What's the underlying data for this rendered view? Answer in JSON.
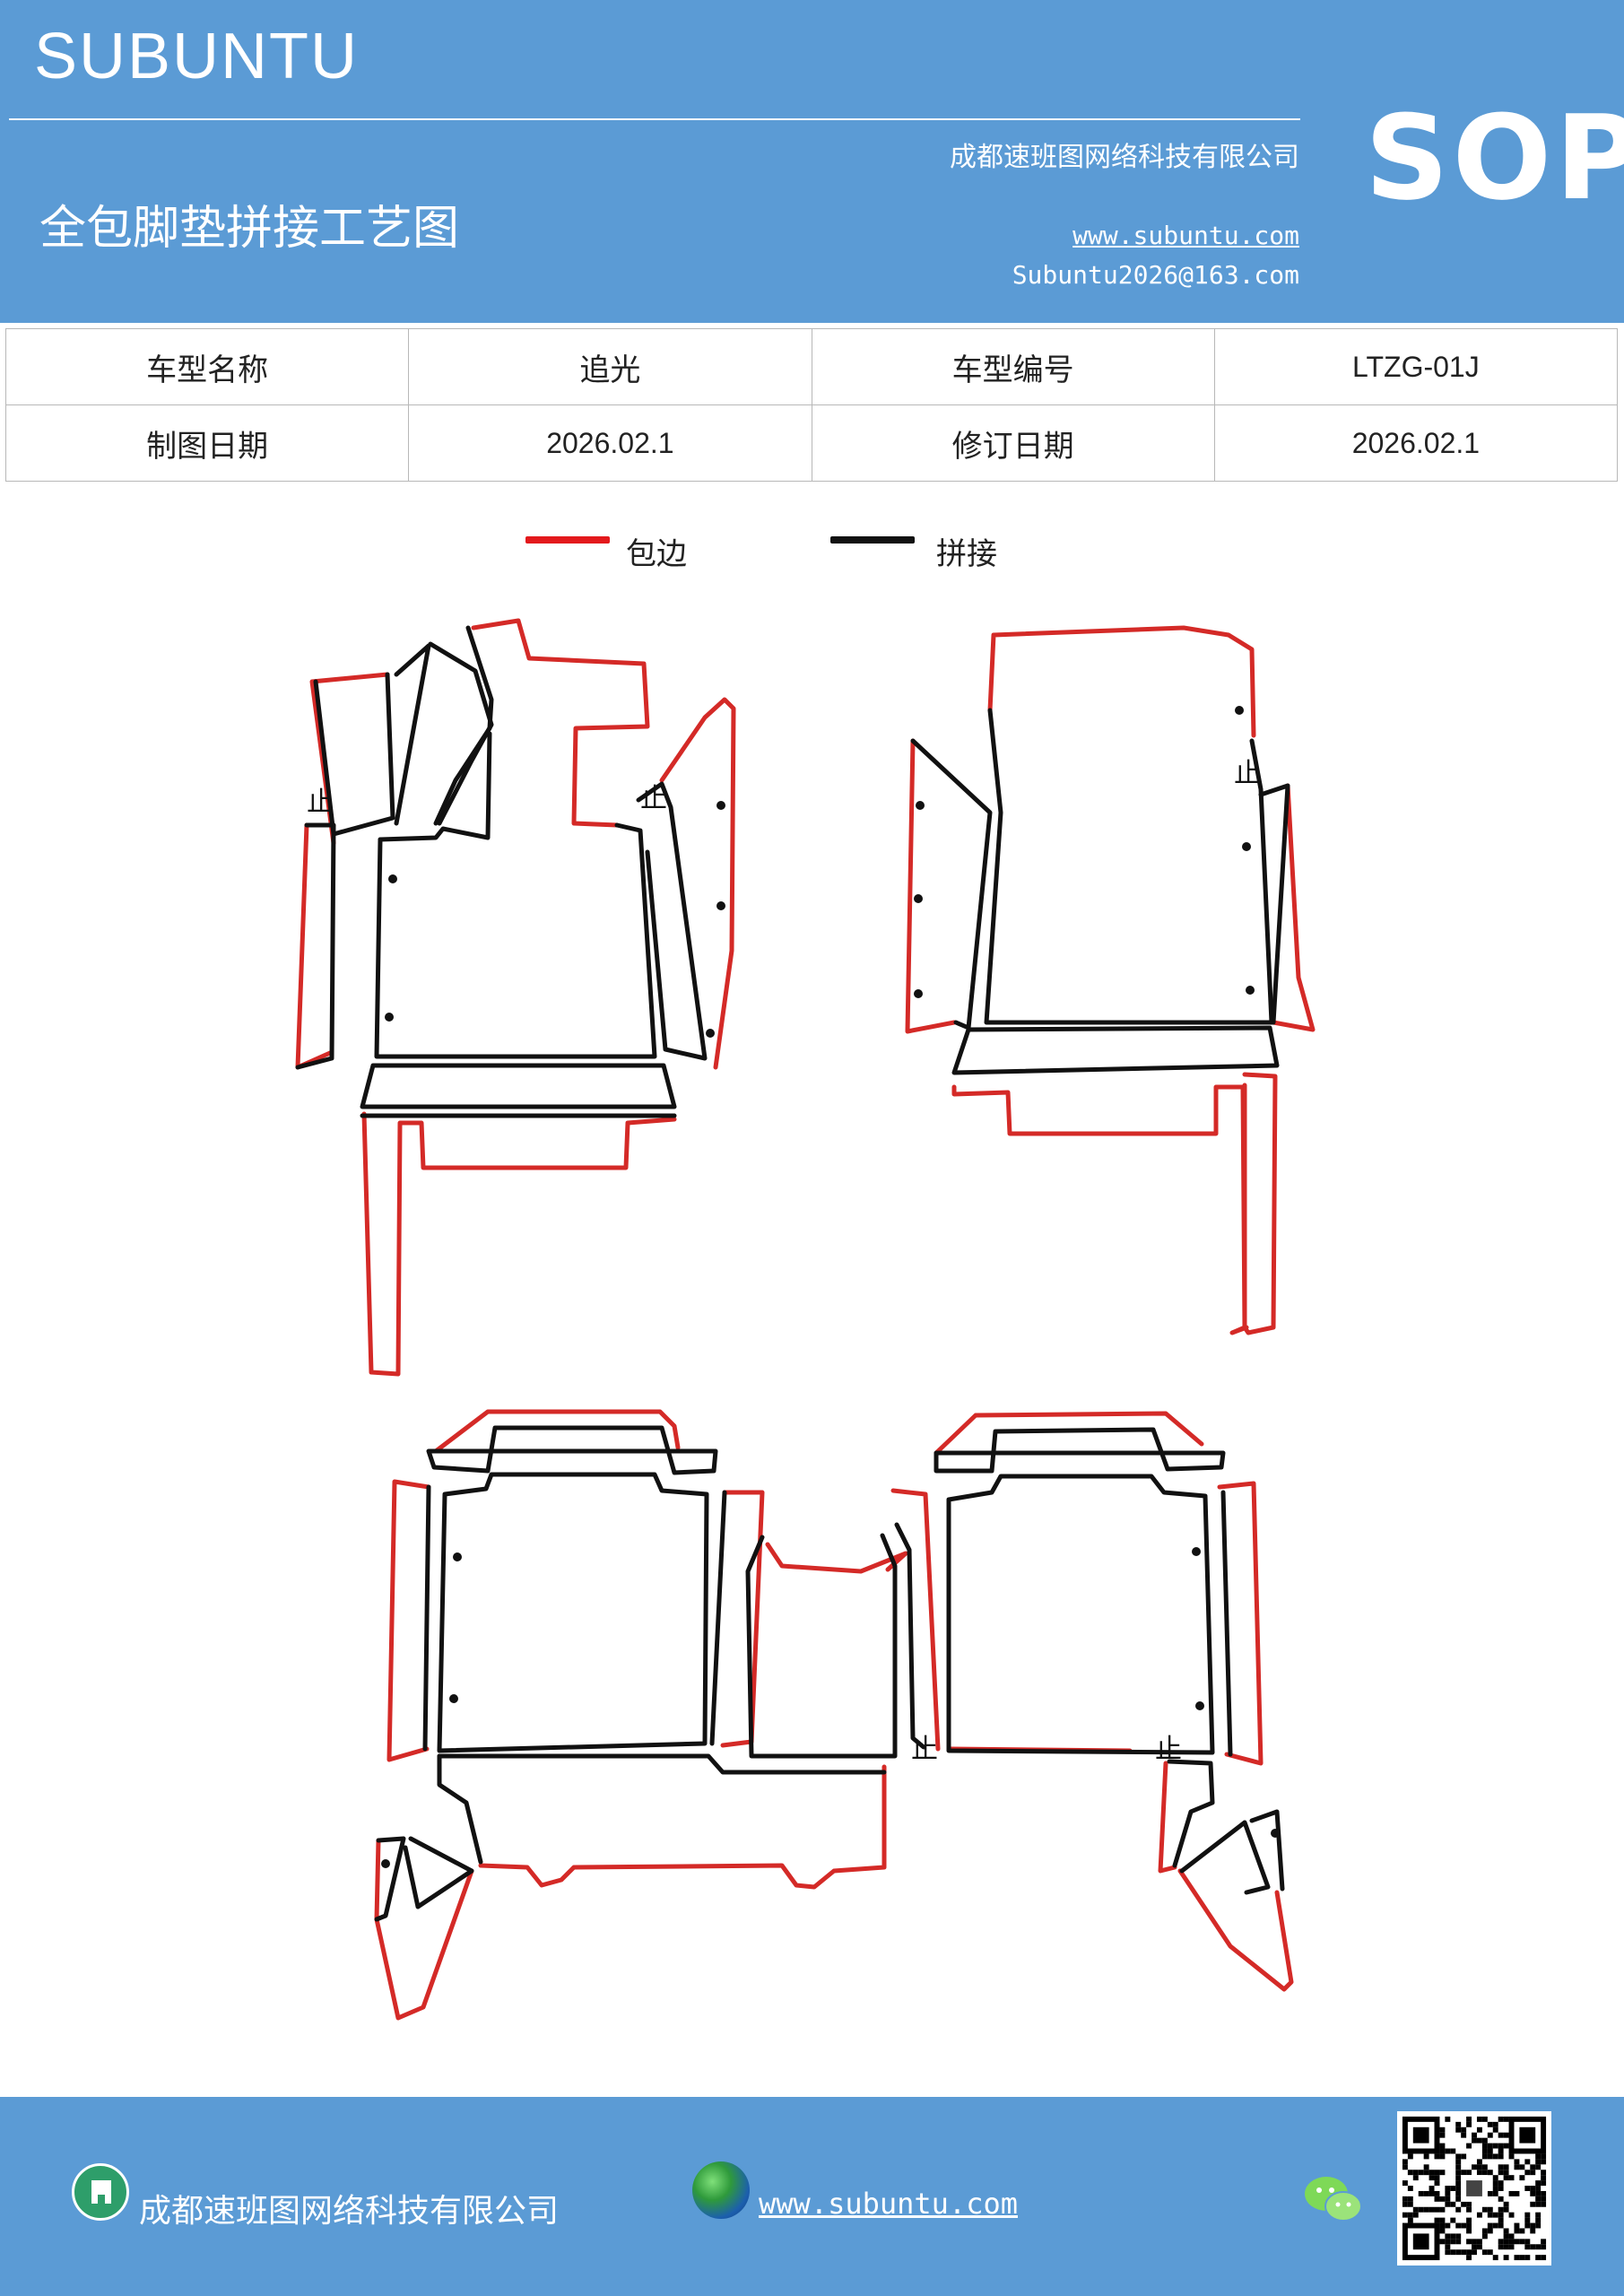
{
  "header": {
    "brand": "SUBUNTU",
    "title": "全包脚垫拼接工艺图",
    "company": "成都速班图网络科技有限公司",
    "website": "www.subuntu.com",
    "email": "Subuntu2026@163.com",
    "badge": "SOP"
  },
  "info_table": {
    "rows": [
      [
        {
          "text": "车型名称"
        },
        {
          "text": "追光"
        },
        {
          "text": "车型编号"
        },
        {
          "text": "LTZG-01J"
        }
      ],
      [
        {
          "text": "制图日期"
        },
        {
          "text": "2026.02.1"
        },
        {
          "text": "修订日期"
        },
        {
          "text": "2026.02.1"
        }
      ]
    ]
  },
  "legend": {
    "items": [
      {
        "label": "包边",
        "color": "#e3191c"
      },
      {
        "label": "拼接",
        "color": "#111111"
      }
    ]
  },
  "drawing": {
    "edge_color": "#d42a27",
    "seam_color": "#111111",
    "stop_mark": "止"
  },
  "footer": {
    "company": "成都速班图网络科技有限公司",
    "website": "www.subuntu.com",
    "icons": [
      "building-icon",
      "globe-icon",
      "wechat-icon",
      "qr-code"
    ]
  }
}
